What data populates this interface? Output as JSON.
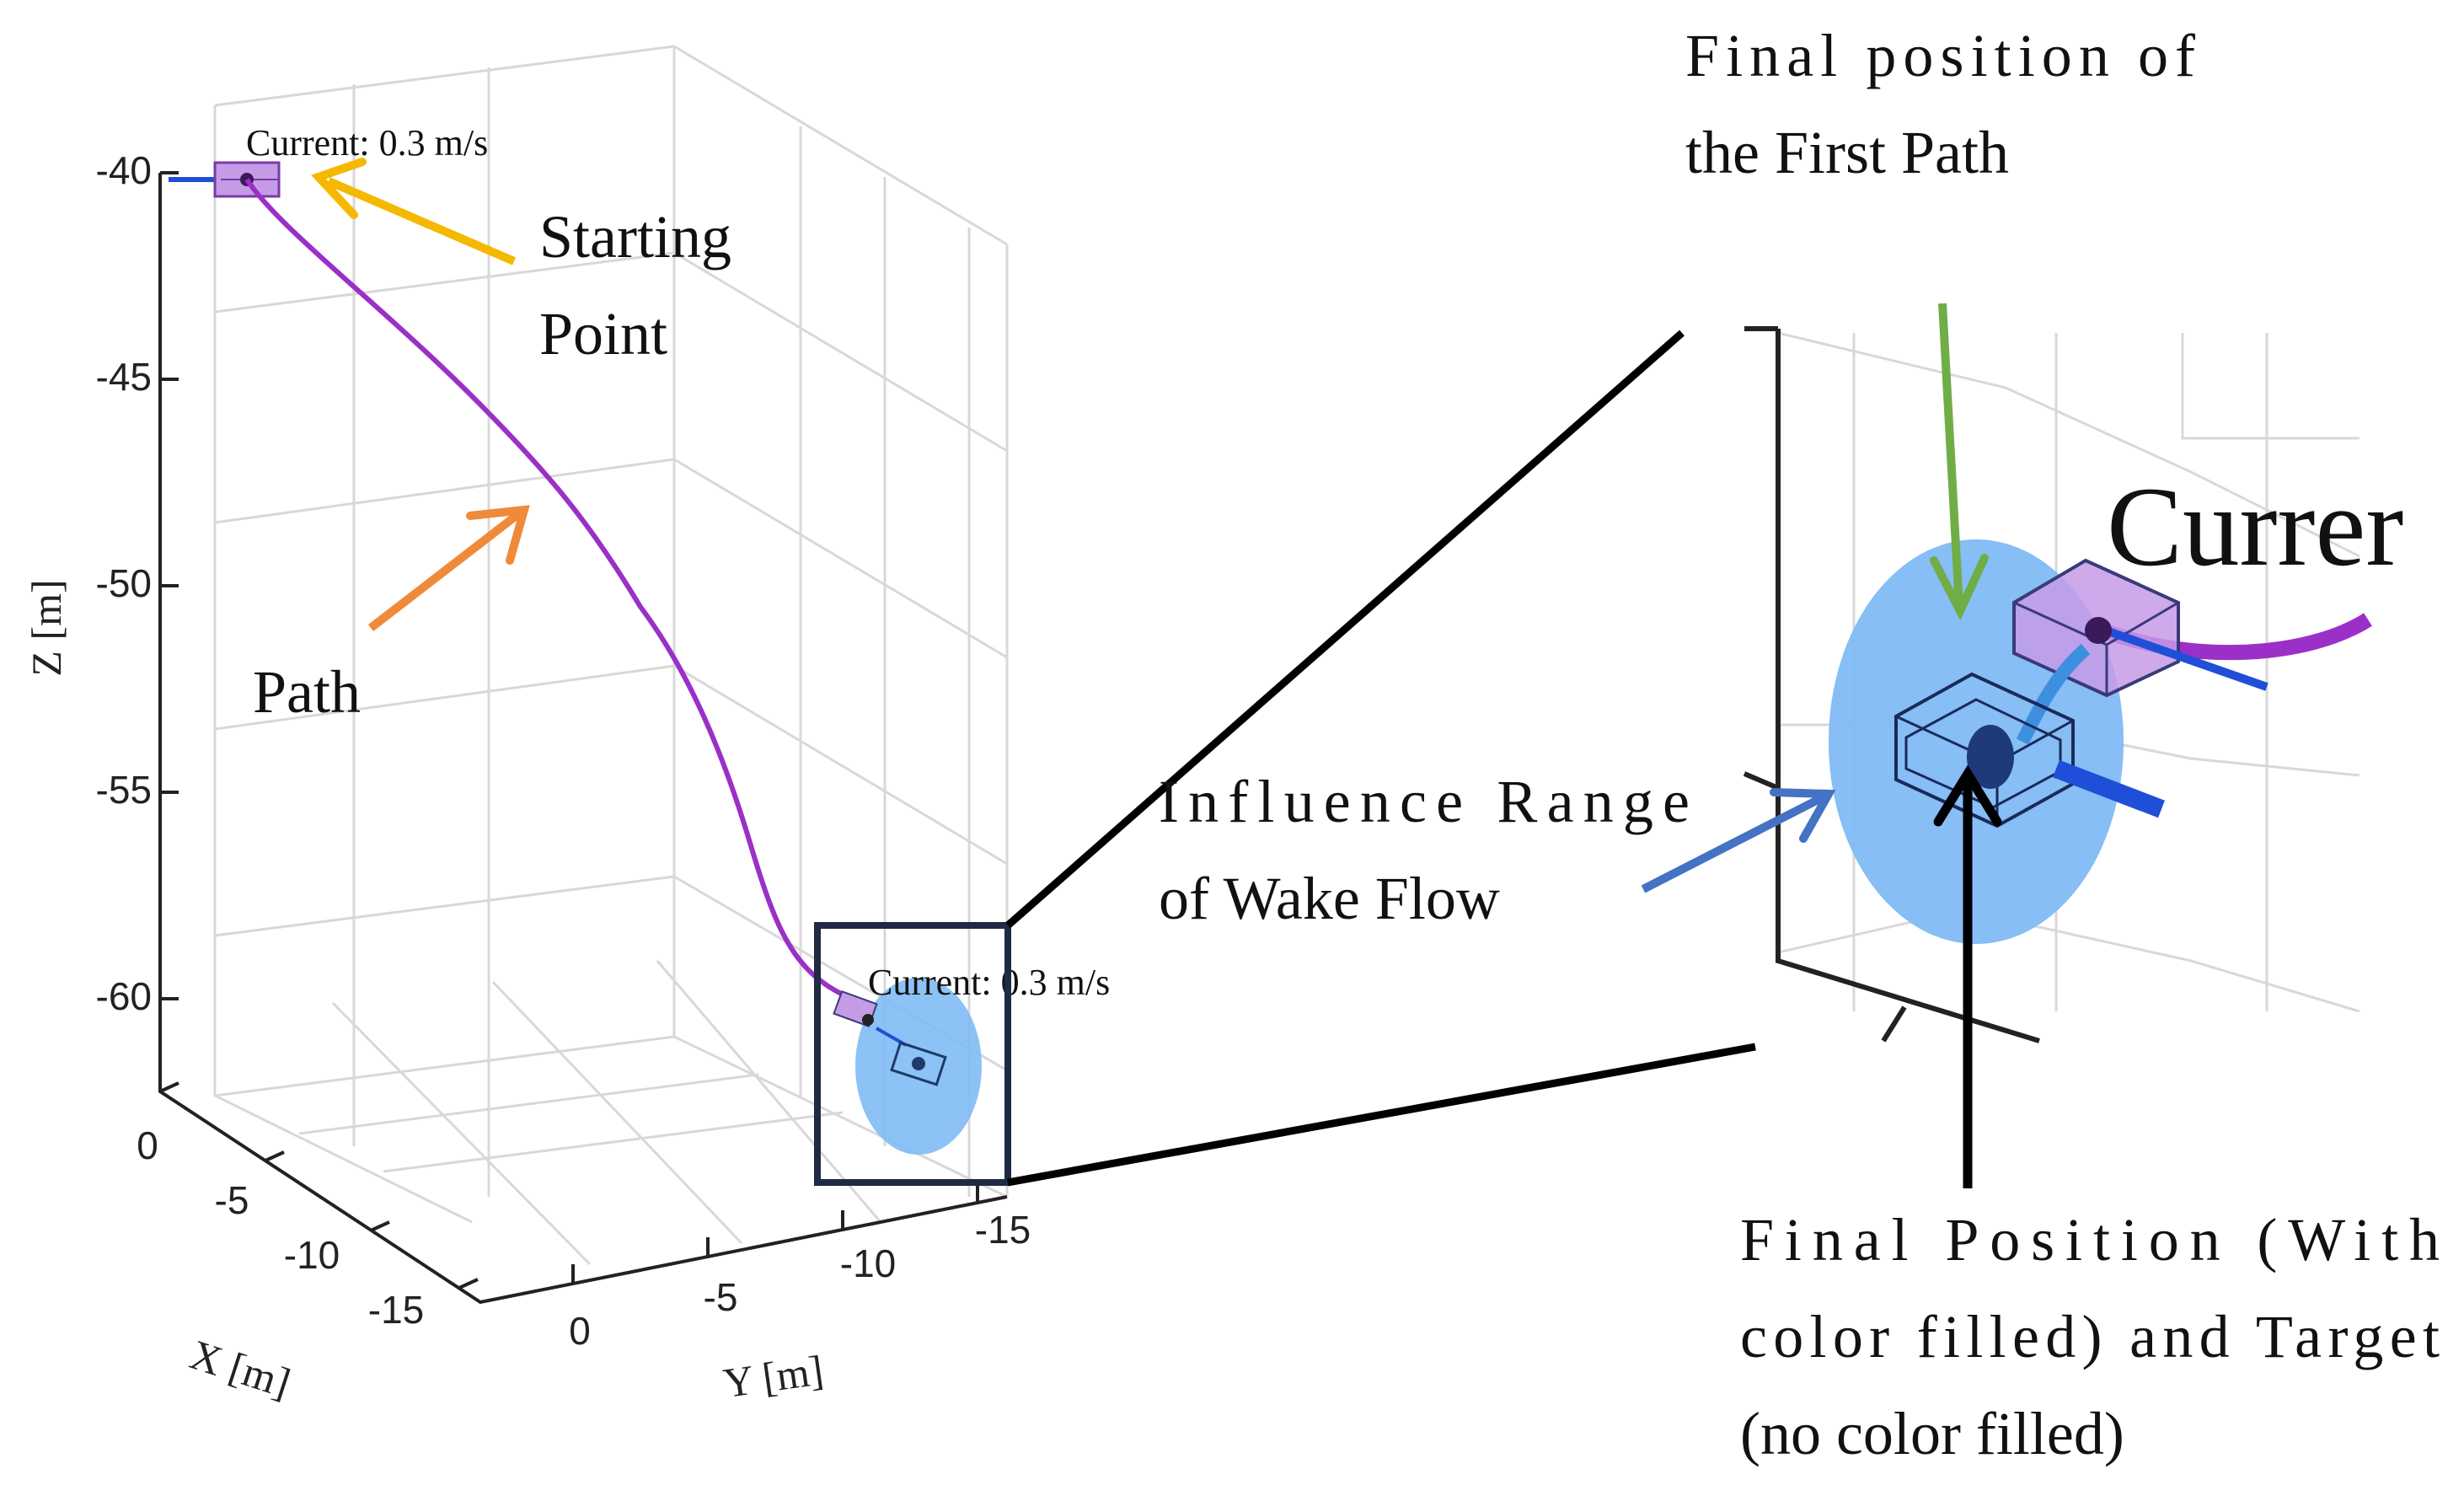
{
  "colors": {
    "path": "#9b30c8",
    "start_arrow": "#f5b800",
    "path_arrow": "#ef8a3a",
    "wake_arrow": "#4472c4",
    "first_path_arrow": "#70ad47",
    "final_arrow": "#000000",
    "wake_fill": "#7fbbf4",
    "vehicle_box": "#c59be6",
    "thruster": "#1f4fd8",
    "zoom_frame": "#1f2a44"
  },
  "plot": {
    "z_axis_label": "Z [m]",
    "x_axis_label": "X [m]",
    "y_axis_label": "Y [m]",
    "z_ticks": [
      "-40",
      "-45",
      "-50",
      "-55",
      "-60"
    ],
    "x_ticks": [
      "0",
      "-5",
      "-10",
      "-15"
    ],
    "y_ticks": [
      "0",
      "-5",
      "-10",
      "-15"
    ],
    "current_label_start": "Current: 0.3 m/s",
    "current_label_end": "Current: 0.3 m/s"
  },
  "annotations": {
    "starting_point_line1": "Starting",
    "starting_point_line2": "Point",
    "path": "Path",
    "wake_line1": "Influence Range",
    "wake_line2": "of Wake Flow",
    "first_path_line1": "Final position of",
    "first_path_line2": "the First Path",
    "final_line1": "Final Position (With",
    "final_line2": "color filled) and Target",
    "final_line3": "(no color filled)"
  },
  "zoom": {
    "current_label": "Currer"
  }
}
